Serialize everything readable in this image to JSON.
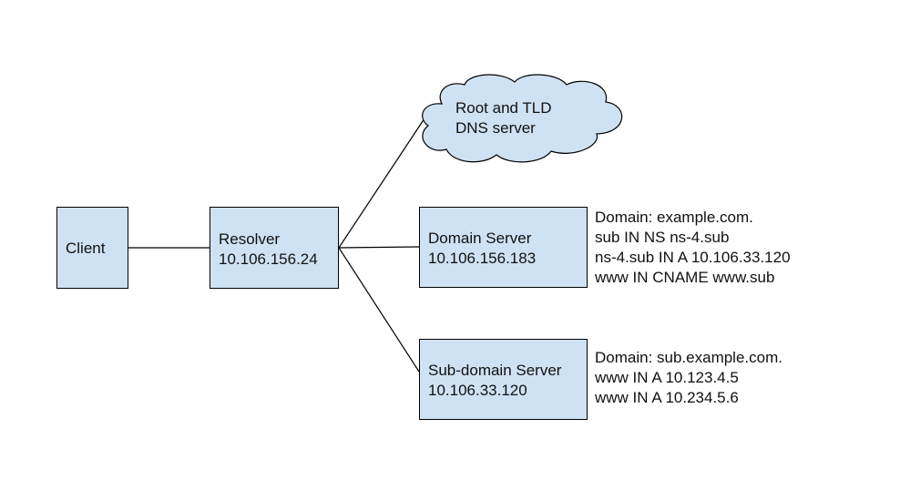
{
  "colors": {
    "node_fill": "#cfe2f3",
    "node_border": "#000000",
    "connector": "#000000",
    "text": "#111111"
  },
  "nodes": {
    "client": {
      "label": "Client"
    },
    "resolver": {
      "label": "Resolver",
      "ip": "10.106.156.24"
    },
    "root_tld": {
      "line1": "Root and TLD",
      "line2": "DNS server"
    },
    "domain_server": {
      "label": "Domain Server",
      "ip": "10.106.156.183"
    },
    "subdomain_server": {
      "label": "Sub-domain Server",
      "ip": "10.106.33.120"
    }
  },
  "records": {
    "domain_server": [
      "Domain: example.com.",
      "sub IN NS ns-4.sub",
      "ns-4.sub IN A 10.106.33.120",
      "www IN CNAME www.sub"
    ],
    "subdomain_server": [
      "Domain: sub.example.com.",
      "www IN A 10.123.4.5",
      "www IN A 10.234.5.6"
    ]
  }
}
